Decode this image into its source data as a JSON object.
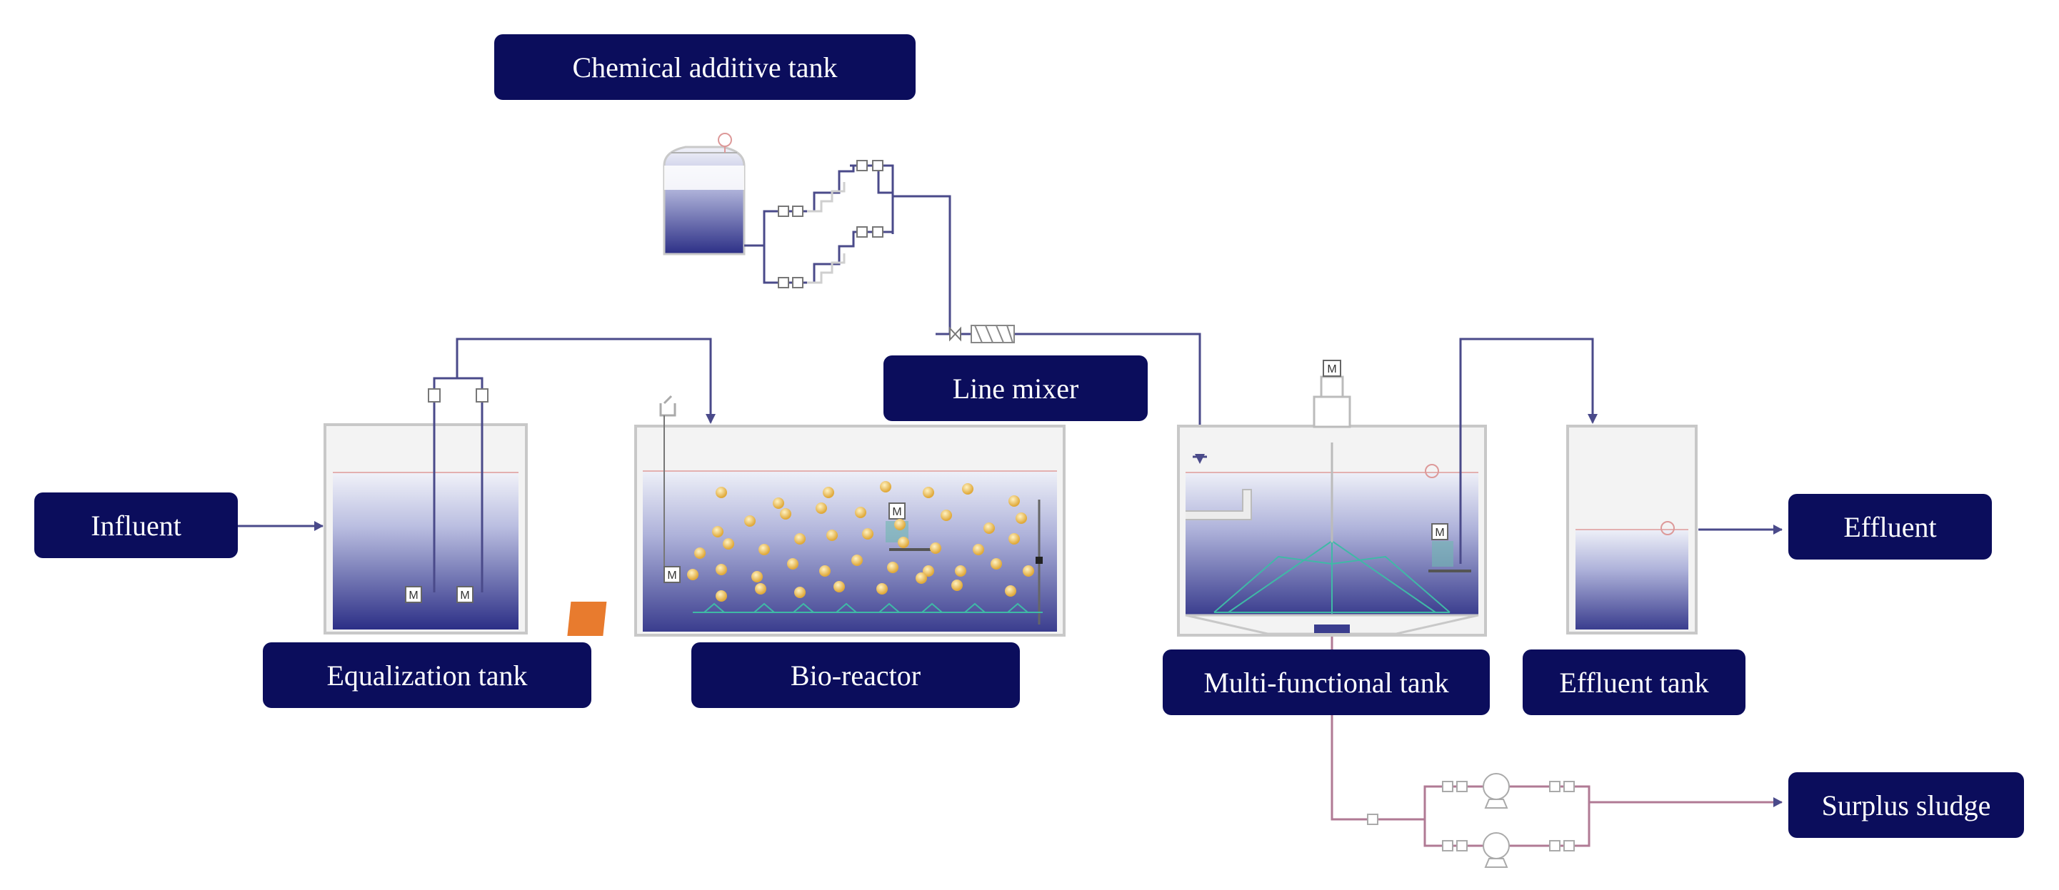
{
  "labels": {
    "chemical_additive_tank": "Chemical additive tank",
    "line_mixer": "Line mixer",
    "influent": "Influent",
    "equalization_tank": "Equalization tank",
    "bio_reactor": "Bio-reactor",
    "multi_functional_tank": "Multi-functional tank",
    "effluent_tank": "Effluent tank",
    "effluent": "Effluent",
    "surplus_sludge": "Surplus sludge"
  },
  "pump_marks": {
    "motor": "M"
  },
  "colors": {
    "label_bg": "#0b0d5c",
    "label_text": "#ffffff",
    "pipe": "#4a4a8a",
    "sludge_pipe": "#b07a94",
    "water_top": "#eceff8",
    "water_bottom": "#2c2f86",
    "carrier": "#e8b94a",
    "diffuser": "#3fb9a6",
    "accent": "#e87b2e"
  }
}
